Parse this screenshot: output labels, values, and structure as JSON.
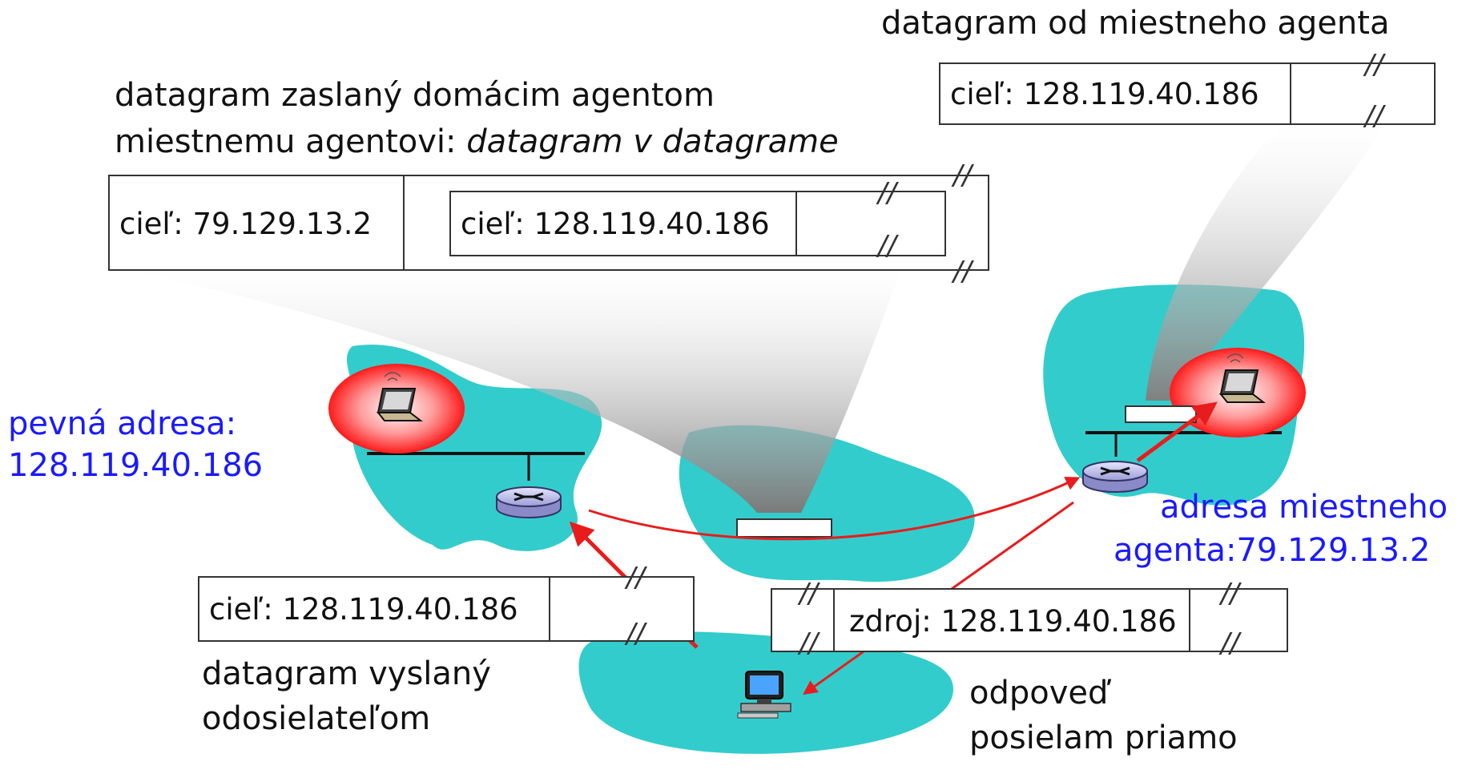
{
  "labels": {
    "foreign_agent_datagram_caption": "datagram od miestneho agenta",
    "encapsulated_caption_line1": "datagram zaslaný domácim agentom",
    "encapsulated_caption_line2_prefix": "miestnemu agentovi: ",
    "encapsulated_caption_line2_italic": "datagram v datagrame",
    "permanent_address_line1": "pevná adresa:",
    "permanent_address_line2": "128.119.40.186",
    "care_of_address_line1": "adresa miestneho",
    "care_of_address_line2": "agenta:79.129.13.2",
    "sender_datagram_line1": "datagram vyslaný",
    "sender_datagram_line2": "odosielateľom",
    "reply_line1": "odpoveď",
    "reply_line2": "posielam priamo"
  },
  "packets": {
    "foreign_agent": {
      "dest": "cieľ: 128.119.40.186"
    },
    "outer": {
      "dest": "cieľ: 79.129.13.2"
    },
    "inner": {
      "dest": "cieľ: 128.119.40.186"
    },
    "sender": {
      "dest": "cieľ: 128.119.40.186"
    },
    "reply": {
      "src": "zdroj: 128.119.40.186"
    },
    "break_mark": "//"
  },
  "colors": {
    "network": "#33cccc",
    "arrow": "#e81c1c",
    "wireless_halo": "#ff2020",
    "blue_text": "#1a1aff"
  },
  "icons": [
    "laptop-icon",
    "router-icon",
    "desktop-computer-icon",
    "wireless-halo"
  ]
}
